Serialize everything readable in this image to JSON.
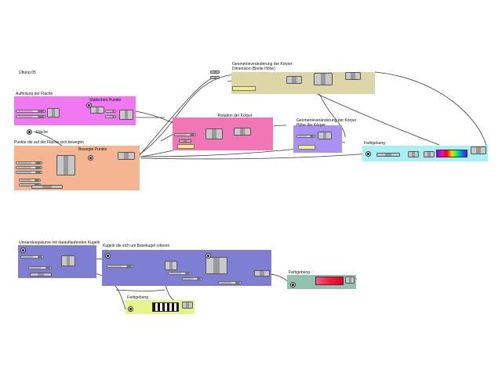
{
  "canvas": {
    "title": "Übung 05",
    "colors": {
      "lila": "#f277f2",
      "orange": "#f4b590",
      "pink": "#f276b6",
      "olive": "#ddd6a6",
      "violet": "#a991f3",
      "cyan": "#a6f0f6",
      "blue": "#7d7ed4",
      "green": "#8fc3b0",
      "yellowgreen": "#e4f68a",
      "wire": "#3a3a3a"
    }
  },
  "groups": [
    {
      "key": "flaeche",
      "title": "Auffeilung der Fläche"
    },
    {
      "key": "statisch",
      "title": "Statischen Punkte"
    },
    {
      "key": "flaeche_param",
      "title": "Fläche"
    },
    {
      "key": "bewegte",
      "title": "Punkte die auf der Fläche sich bewegen"
    },
    {
      "key": "bewegte_sub",
      "title": "Bewegte Punkte"
    },
    {
      "key": "geometrie1",
      "title": "Geometrieveränderung der Körper\nDimension (Breite Höhe)"
    },
    {
      "key": "rotation",
      "title": "Rotation der Körper"
    },
    {
      "key": "geometrie2",
      "title": "Geometrieveränderung der Körper\nHöhe der Körper"
    },
    {
      "key": "farbgebung1",
      "title": "Farbgebung"
    },
    {
      "key": "umrandung",
      "title": "Umrandungskurve mit darauflaufenden Kugeln"
    },
    {
      "key": "kugeln",
      "title": "Kugeln die sich um Basekugel rotieren"
    },
    {
      "key": "farbgebung2",
      "title": "Farbgebung"
    },
    {
      "key": "farbgebung3",
      "title": "Farbgebung"
    }
  ]
}
